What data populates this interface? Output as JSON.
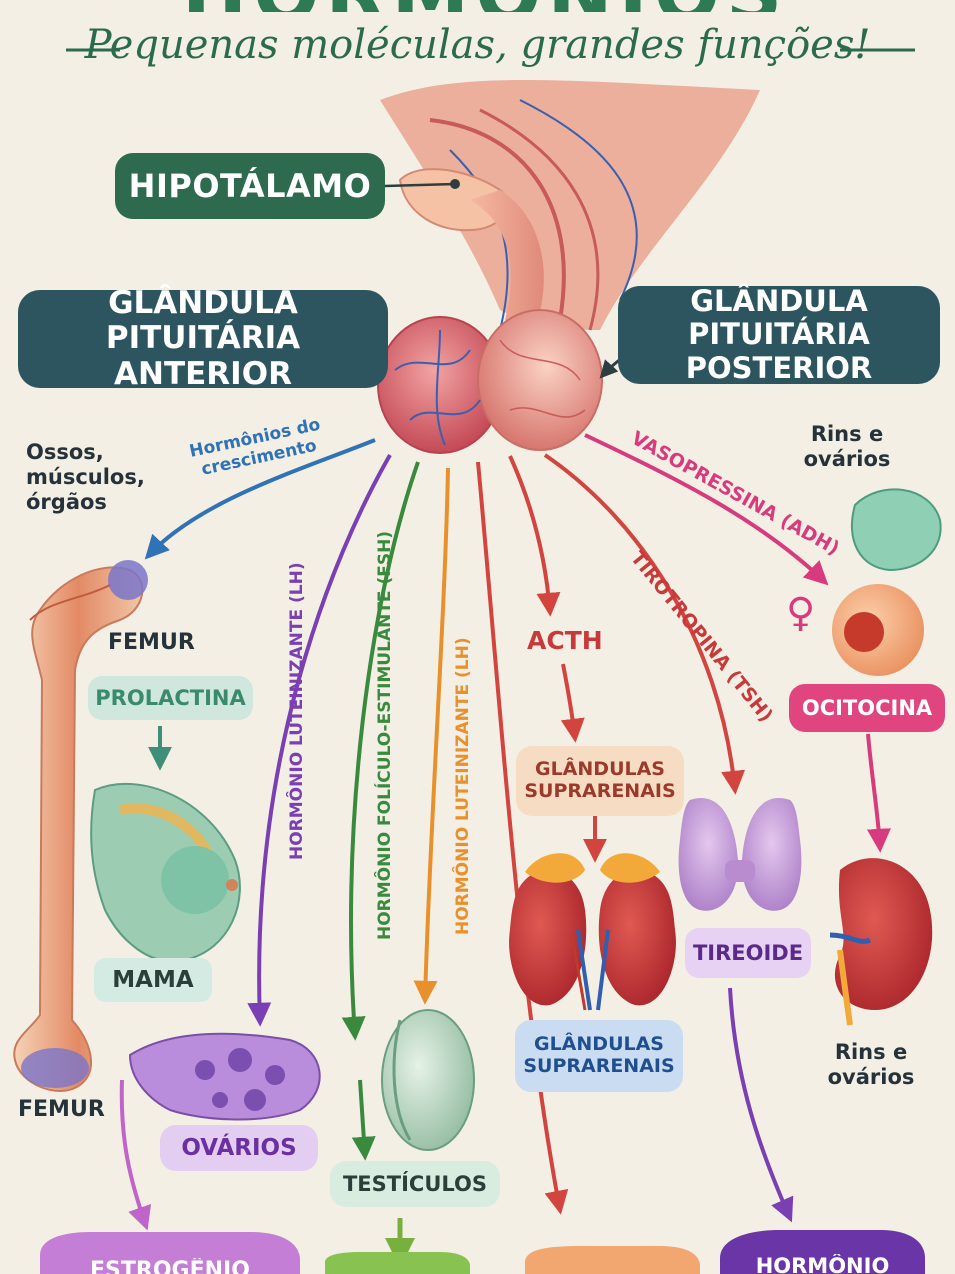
{
  "header": {
    "title": "HORMÔNIOS",
    "subtitle": "Pequenas moléculas, grandes funções!"
  },
  "labels": {
    "hipotalamo": "HIPOTÁLAMO",
    "pituitaria_anterior": "GLÂNDULA PITUITÁRIA ANTERIOR",
    "pituitaria_posterior": "GLÂNDULA PITUITÁRIA POSTERIOR",
    "ossos": "Ossos, músculos, órgãos",
    "femur_top": "FEMUR",
    "femur_bottom": "FEMUR",
    "prolactina": "PROLACTINA",
    "mama": "MAMA",
    "ovarios": "OVÁRIOS",
    "testiculos": "TESTÍCULOS",
    "acth": "ACTH",
    "suprarenais_top": "GLÂNDULAS SUPRARENAIS",
    "suprarenais_bottom": "GLÂNDULAS SUPRARENAIS",
    "tireoide": "TIREOIDE",
    "ocitocina": "OCITOCINA",
    "rins_top": "Rins e ovários",
    "rins_bottom": "Rins e ovários",
    "estrogenio": "ESTROGÊNIO",
    "hormonio_bottom": "HORMÔNIO"
  },
  "arrow_labels": {
    "crescimento": "Hormônios do crescimento",
    "lh_1": "HORMÔNIO LUTEINIZANTE (LH)",
    "fsh": "HORMÔNIO FOLÍCULO-ESTIMULANTE (FSH)",
    "lh_2": "HORMÔNIO LUTEINIZANTE (LH)",
    "vasopressina": "VASOPRESSINA (ADH)",
    "tirotropina": "TIROTROPINA (TSH)"
  },
  "symbols": {
    "female": "♀"
  },
  "colors": {
    "background": "#f3efe4",
    "dark_green": "#2e6b4e",
    "dark_teal": "#2c5560",
    "purple": "#7b3fb4",
    "green": "#3a8a3e",
    "orange": "#e8912c",
    "red": "#d2453f",
    "pink": "#d83b7d",
    "blue": "#2f72b6"
  }
}
